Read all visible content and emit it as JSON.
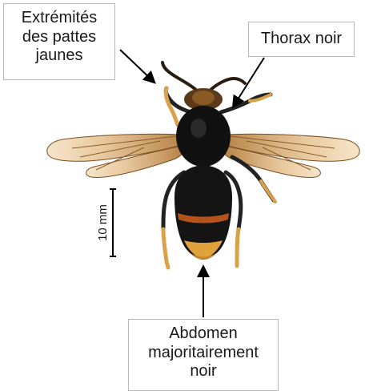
{
  "labels": {
    "legs": [
      "Extrémités",
      "des pattes",
      "jaunes"
    ],
    "thorax": [
      "Thorax noir"
    ],
    "abdomen": [
      "Abdomen",
      "majoritairement",
      "noir"
    ]
  },
  "scale": {
    "text": "10 mm"
  },
  "colors": {
    "body": "#111111",
    "leg": "#d9a24a",
    "wing": "#d8a86a",
    "abdomen_band": "#b5531c",
    "abdomen_tip": "#e0a23a",
    "arrow": "#000000",
    "box_border": "#b9b9b9"
  }
}
